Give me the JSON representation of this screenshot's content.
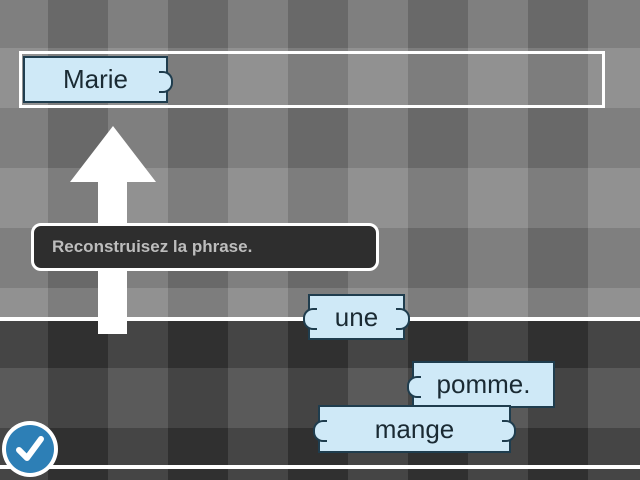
{
  "instruction": "Reconstruisez la phrase.",
  "placed_words": [
    {
      "text": "Marie"
    }
  ],
  "available_words": [
    {
      "text": "une"
    },
    {
      "text": "pomme."
    },
    {
      "text": "mange"
    }
  ],
  "icons": {
    "submit": "check-icon",
    "arrow": "up-arrow-icon"
  },
  "colors": {
    "card": "#cfe9f7",
    "card_border": "#1f3d4e",
    "submit": "#2d7fb6",
    "tooltip_bg": "#2e2e2e"
  }
}
